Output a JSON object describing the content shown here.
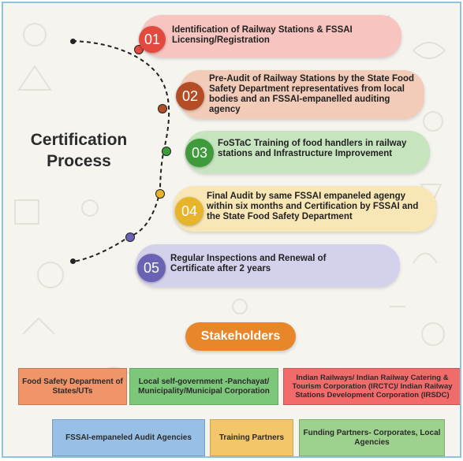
{
  "title": {
    "line1": "Certification",
    "line2": "Process"
  },
  "steps": [
    {
      "num": "01",
      "text": "Identification of Railway Stations & FSSAI Licensing/Registration",
      "pill_color": "#f8c4bf",
      "num_color": "#e24a3f",
      "node_color": "#e24a3f"
    },
    {
      "num": "02",
      "text": "Pre-Audit of Railway Stations by the State Food Safety Department representatives from local bodies and an FSSAI-empanelled auditing agency",
      "pill_color": "#f2ccb8",
      "num_color": "#b24d25",
      "node_color": "#b24d25"
    },
    {
      "num": "03",
      "text": "FoSTaC Training of food handlers in railway stations and Infrastructure Improvement",
      "pill_color": "#c6e5bf",
      "num_color": "#3f9a3c",
      "node_color": "#3f9a3c"
    },
    {
      "num": "04",
      "text": "Final Audit by same FSSAI empaneled agengy within six months and Certification by FSSAI and the State Food Safety Department",
      "pill_color": "#f8e6b4",
      "num_color": "#e6b52b",
      "node_color": "#e6b52b"
    },
    {
      "num": "05",
      "text": "Regular Inspections and Renewal of Certificate after 2 years",
      "pill_color": "#d4d1ec",
      "num_color": "#6a63b3",
      "node_color": "#6a63b3"
    }
  ],
  "stakeholders": {
    "label": "Stakeholders",
    "label_color": "#e8862a",
    "boxes": [
      {
        "text": "Food Safety Department of States/UTs",
        "color": "#f0956a"
      },
      {
        "text": "Local self-government -Panchayat/ Municipality/Municipal Corporation",
        "color": "#7dc77a"
      },
      {
        "text": "Indian Railways/ Indian Railway Catering & Tourism Corporation (IRCTC)/ Indian Railway Stations Development Corporation (IRSDC)",
        "color": "#f26b6b"
      },
      {
        "text": "FSSAI-empaneled Audit Agencies",
        "color": "#98bfe6"
      },
      {
        "text": "Training Partners",
        "color": "#f4c66a"
      },
      {
        "text": "Funding Partners- Corporates, Local Agencies",
        "color": "#9fd18e"
      }
    ]
  }
}
